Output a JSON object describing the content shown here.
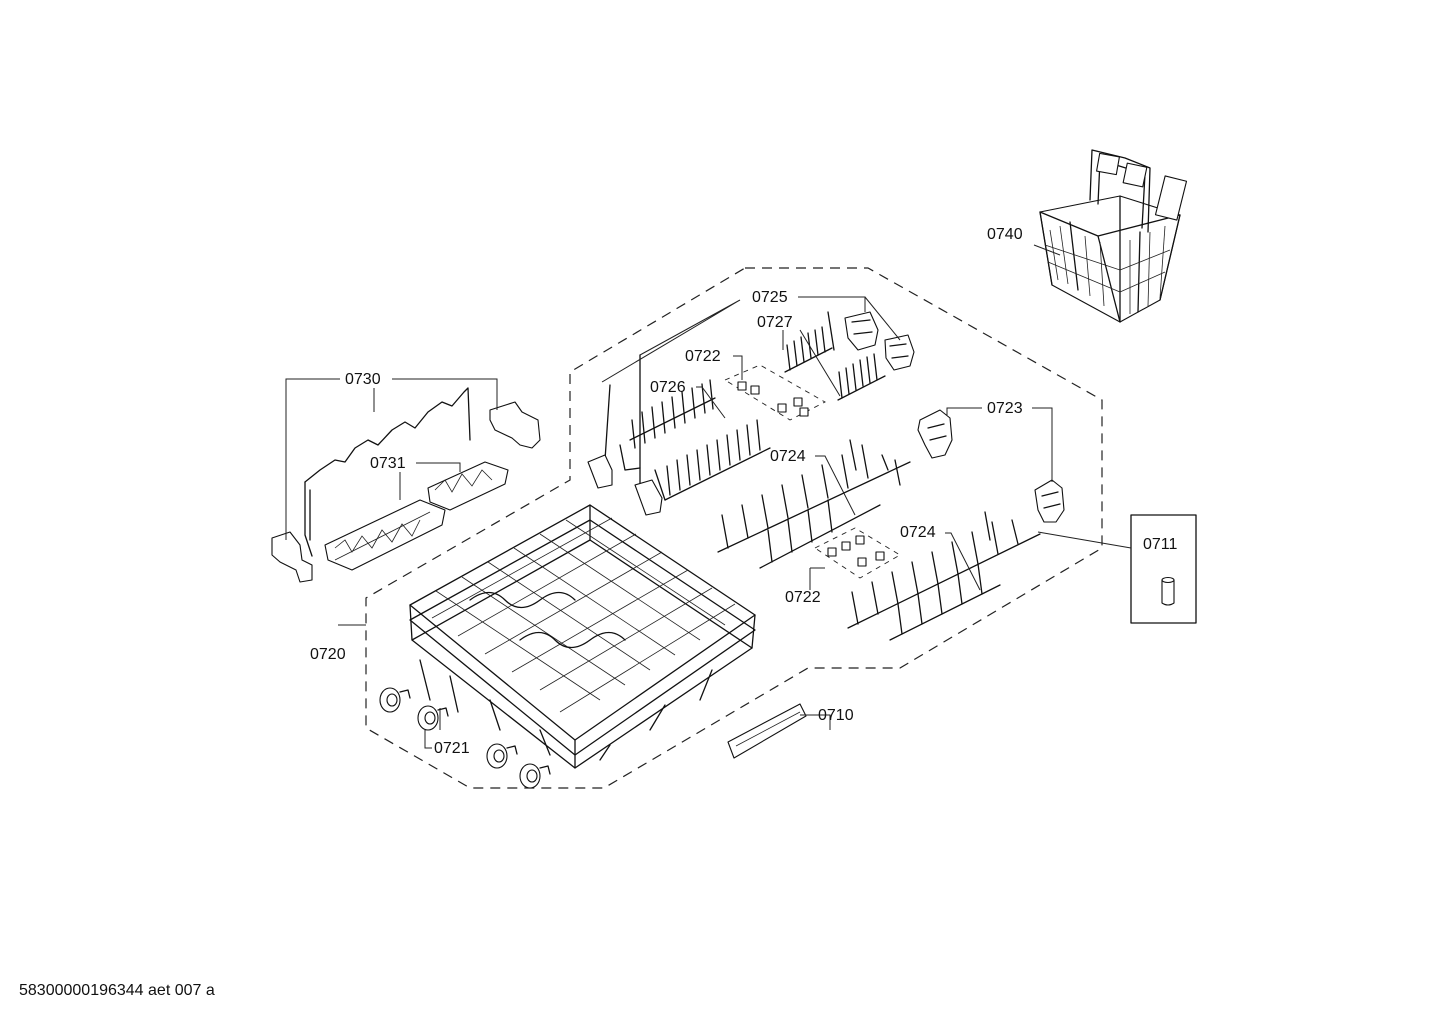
{
  "labels": {
    "p0740": "0740",
    "p0725": "0725",
    "p0727": "0727",
    "p0722a": "0722",
    "p0726": "0726",
    "p0730": "0730",
    "p0731": "0731",
    "p0723": "0723",
    "p0724a": "0724",
    "p0724b": "0724",
    "p0711": "0711",
    "p0722b": "0722",
    "p0720": "0720",
    "p0710": "0710",
    "p0721": "0721"
  },
  "footer": "58300000196344 aet 007 a"
}
